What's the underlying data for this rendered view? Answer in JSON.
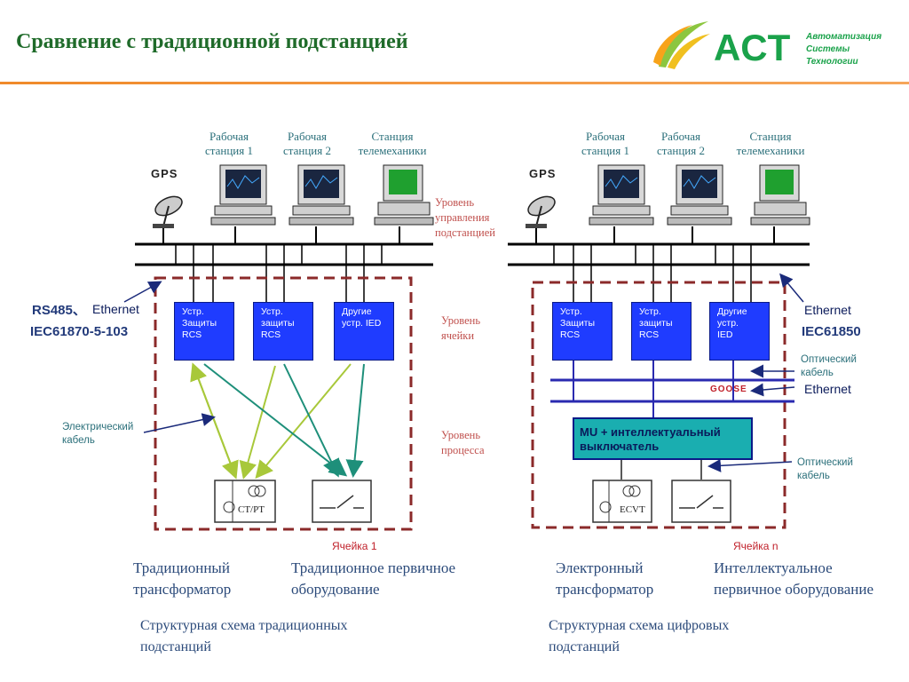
{
  "header": {
    "title": "Сравнение с традиционной подстанцией",
    "logo_text": "АСТ",
    "logo_sub": [
      "Автоматизация",
      "Системы",
      "Технологии"
    ]
  },
  "left": {
    "gps": "GPS",
    "stations": [
      {
        "line1": "Рабочая",
        "line2": "станция 1"
      },
      {
        "line1": "Рабочая",
        "line2": "станция 2"
      },
      {
        "line1": "Станция",
        "line2": "телемеханики"
      }
    ],
    "protocol_line1": "RS485、",
    "ethernet": "Ethernet",
    "protocol_line2": "IEC61870-5-103",
    "ied": [
      {
        "lines": [
          "Устр.",
          "Защиты",
          "RCS"
        ]
      },
      {
        "lines": [
          "Устр.",
          "защиты",
          "RCS"
        ]
      },
      {
        "lines": [
          "Другие",
          "устр. IED"
        ]
      }
    ],
    "electric_cable": [
      "Электрический",
      "кабель"
    ],
    "ct_label": "CT/PT",
    "cell": "Ячейка 1",
    "caption_a": [
      "Традиционный",
      "трансформатор"
    ],
    "caption_b": [
      "Традиционное первичное",
      "оборудование"
    ],
    "bottom": [
      "Структурная схема традиционных",
      "подстанций"
    ]
  },
  "levels": {
    "station": [
      "Уровень",
      "управления",
      "подстанцией"
    ],
    "bay": [
      "Уровень",
      "ячейки"
    ],
    "process": [
      "Уровень",
      "процесса"
    ]
  },
  "right": {
    "gps": "GPS",
    "stations": [
      {
        "line1": "Рабочая",
        "line2": "станция 1"
      },
      {
        "line1": "Рабочая",
        "line2": "станция 2"
      },
      {
        "line1": "Станция",
        "line2": "телемеханики"
      }
    ],
    "ethernet_top": "Ethernet",
    "protocol": "IEC61850",
    "ied": [
      {
        "lines": [
          "Устр.",
          "Защиты",
          "RCS"
        ]
      },
      {
        "lines": [
          "Устр.",
          "защиты",
          "RCS"
        ]
      },
      {
        "lines": [
          "Другие",
          "устр.",
          "IED"
        ]
      }
    ],
    "optical1": [
      "Оптический",
      "кабель"
    ],
    "goose": "GOOSE",
    "ethernet_mid": "Ethernet",
    "mu": [
      "MU + интеллектуальный",
      "выключатель"
    ],
    "optical2": [
      "Оптический",
      "кабель"
    ],
    "ecvt_label": "ECVT",
    "cell": "Ячейка n",
    "caption_a": [
      "Электронный",
      "трансформатор"
    ],
    "caption_b": [
      "Интеллектуальное",
      "первичное оборудование"
    ],
    "bottom": [
      "Структурная схема цифровых",
      "подстанций"
    ]
  },
  "colors": {
    "title": "#1f6b2a",
    "accent_rule": "#f08a2a",
    "ied_blue": "#1f3cff",
    "mu_teal": "#1aaeb0",
    "dashed_border": "#8b2a2a",
    "arrow_green": "#a8c83a",
    "arrow_teal": "#1e8f7a"
  }
}
